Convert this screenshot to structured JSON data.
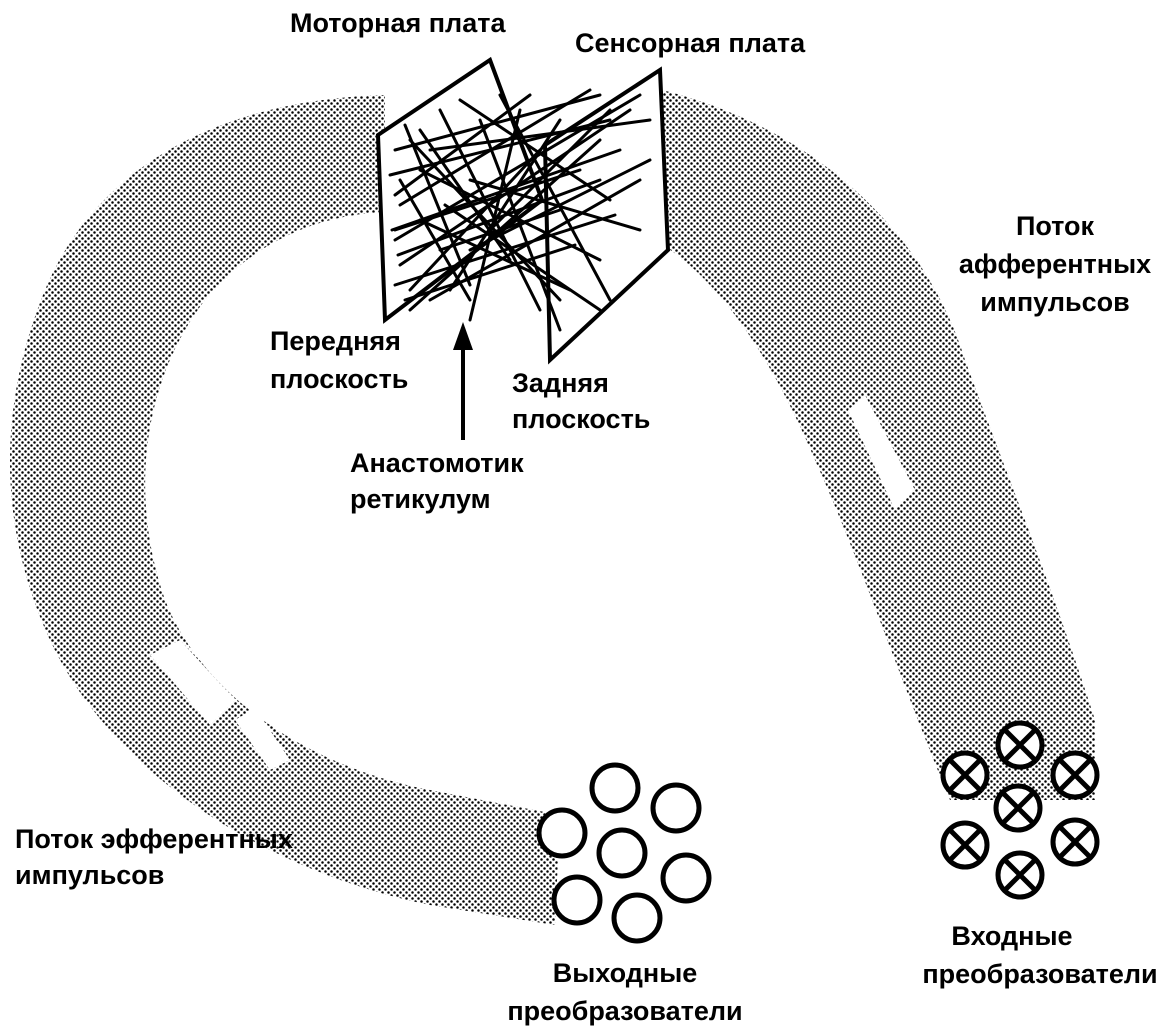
{
  "labels": {
    "motor_plate": "Моторная плата",
    "sensor_plate": "Сенсорная плата",
    "afferent_line1": "Поток",
    "afferent_line2": "афферентных",
    "afferent_line3": "импульсов",
    "front_line1": "Передняя",
    "front_line2": "плоскость",
    "back_line1": "Задняя",
    "back_line2": "плоскость",
    "reticulum_line1": "Анастомотик",
    "reticulum_line2": "ретикулум",
    "efferent_line1": "Поток эфферентных",
    "efferent_line2": "импульсов",
    "output_line1": "Выходные",
    "output_line2": "преобразователи",
    "input_line1": "Входные",
    "input_line2": "преобразователи"
  },
  "colors": {
    "ink": "#000000",
    "paper": "#ffffff"
  },
  "output_transducers": {
    "count": 7,
    "symbol": "open-circle"
  },
  "input_transducers": {
    "count": 7,
    "symbol": "circle-with-x"
  }
}
